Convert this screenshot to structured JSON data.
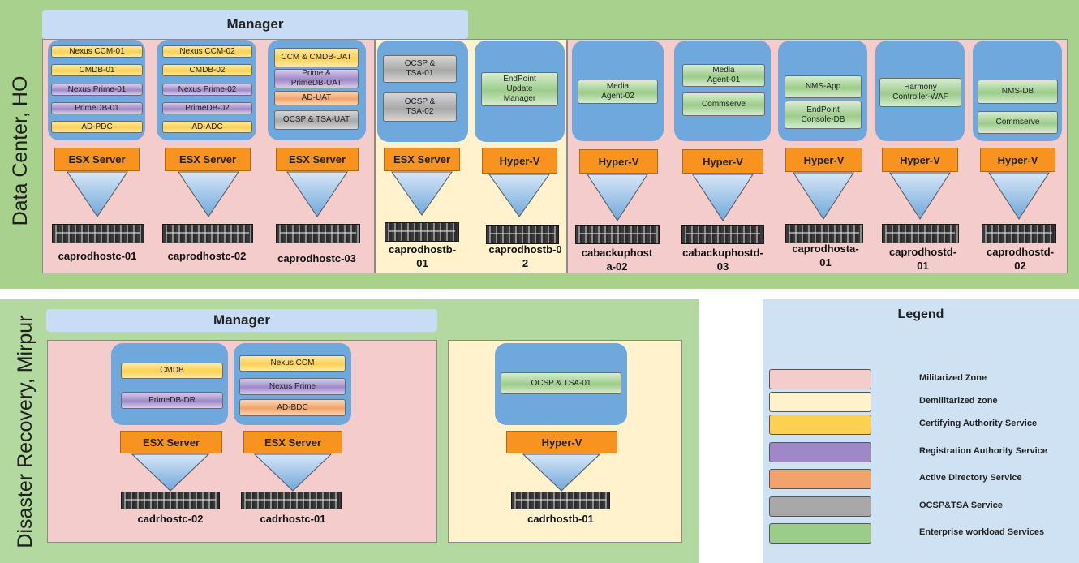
{
  "data_center": {
    "title": "Data Center, HO",
    "manager": "Manager",
    "servers": [
      {
        "host": "caprodhostc-01",
        "hv": "ESX Server",
        "services": [
          {
            "label": "Nexus CCM-01",
            "type": "ca"
          },
          {
            "label": "CMDB-01",
            "type": "ca"
          },
          {
            "label": "Nexus Prime-01",
            "type": "ra"
          },
          {
            "label": "PrimeDB-01",
            "type": "ra"
          },
          {
            "label": "AD-PDC",
            "type": "ca"
          }
        ]
      },
      {
        "host": "caprodhostc-02",
        "hv": "ESX Server",
        "services": [
          {
            "label": "Nexus CCM-02",
            "type": "ca"
          },
          {
            "label": "CMDB-02",
            "type": "ca"
          },
          {
            "label": "Nexus Prime-02",
            "type": "ra"
          },
          {
            "label": "PrimeDB-02",
            "type": "ra"
          },
          {
            "label": "AD-ADC",
            "type": "ca"
          }
        ]
      },
      {
        "host": "caprodhostc-03",
        "hv": "ESX Server",
        "services": [
          {
            "label": "CCM & CMDB-UAT",
            "type": "ca"
          },
          {
            "label": "Prime &\nPrimeDB-UAT",
            "type": "ra"
          },
          {
            "label": "AD-UAT",
            "type": "ad"
          },
          {
            "label": "OCSP & TSA-UAT",
            "type": "ocsp"
          }
        ]
      },
      {
        "host": "caprodhostb-\n01",
        "hv": "ESX Server",
        "services": [
          {
            "label": "OCSP &\nTSA-01",
            "type": "ocsp"
          },
          {
            "label": "OCSP &\nTSA-02",
            "type": "ocsp"
          }
        ]
      },
      {
        "host": "caprodhostb-0\n2",
        "hv": "Hyper-V",
        "services": [
          {
            "label": "EndPoint\nUpdate\nManager",
            "type": "ent"
          }
        ]
      },
      {
        "host": "cabackuphost\na-02",
        "hv": "Hyper-V",
        "services": [
          {
            "label": "Media\nAgent-02",
            "type": "ent"
          }
        ]
      },
      {
        "host": "cabackuphostd-\n03",
        "hv": "Hyper-V",
        "services": [
          {
            "label": "Media\nAgent-01",
            "type": "ent"
          },
          {
            "label": "Commserve",
            "type": "ent"
          }
        ]
      },
      {
        "host": "caprodhosta-\n01",
        "hv": "Hyper-V",
        "services": [
          {
            "label": "NMS-App",
            "type": "ent"
          },
          {
            "label": "EndPoint\nConsole-DB",
            "type": "ent"
          }
        ]
      },
      {
        "host": "caprodhostd-\n01",
        "hv": "Hyper-V",
        "services": [
          {
            "label": "Harmony\nController-WAF",
            "type": "ent"
          }
        ]
      },
      {
        "host": "caprodhostd-\n02",
        "hv": "Hyper-V",
        "services": [
          {
            "label": "NMS-DB",
            "type": "ent"
          },
          {
            "label": "Commserve",
            "type": "ent"
          }
        ]
      }
    ]
  },
  "disaster_recovery": {
    "title": "Disaster Recovery, Mirpur",
    "manager": "Manager",
    "servers": [
      {
        "host": "cadrhostc-02",
        "hv": "ESX Server",
        "services": [
          {
            "label": "CMDB",
            "type": "ca"
          },
          {
            "label": "PrimeDB-DR",
            "type": "ra"
          }
        ]
      },
      {
        "host": "cadrhostc-01",
        "hv": "ESX Server",
        "services": [
          {
            "label": "Nexus CCM",
            "type": "ca"
          },
          {
            "label": "Nexus Prime",
            "type": "ra"
          },
          {
            "label": "AD-BDC",
            "type": "ad"
          }
        ]
      },
      {
        "host": "cadrhostb-01",
        "hv": "Hyper-V",
        "services": [
          {
            "label": "OCSP & TSA-01",
            "type": "ent"
          }
        ]
      }
    ]
  },
  "legend": {
    "title": "Legend",
    "items": [
      {
        "label": "Militarized Zone",
        "color": "#f4cccc"
      },
      {
        "label": "Demilitarized zone",
        "color": "#fff2cc"
      },
      {
        "label": "Certifying Authority Service",
        "color": "#fbd152"
      },
      {
        "label": "Registration Authority Service",
        "color": "#9f88c8"
      },
      {
        "label": "Active Directory Service",
        "color": "#f2a36b"
      },
      {
        "label": "OCSP&TSA  Service",
        "color": "#a8a8a8"
      },
      {
        "label": "Enterprise workload Services",
        "color": "#9ccc8a"
      }
    ]
  }
}
